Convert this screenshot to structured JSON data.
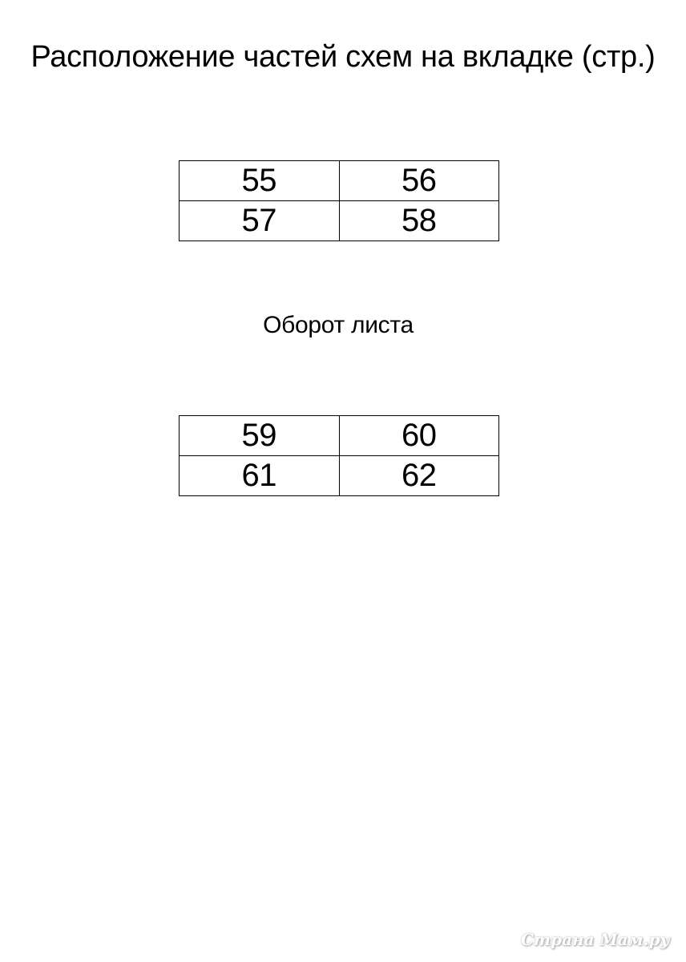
{
  "title": "Расположение частей схем на вкладке (стр.)",
  "front_grid": {
    "rows": [
      [
        "55",
        "56"
      ],
      [
        "57",
        "58"
      ]
    ]
  },
  "caption": "Оборот листа",
  "back_grid": {
    "rows": [
      [
        "59",
        "60"
      ],
      [
        "61",
        "62"
      ]
    ]
  },
  "watermark": "Страна Мам.ру"
}
